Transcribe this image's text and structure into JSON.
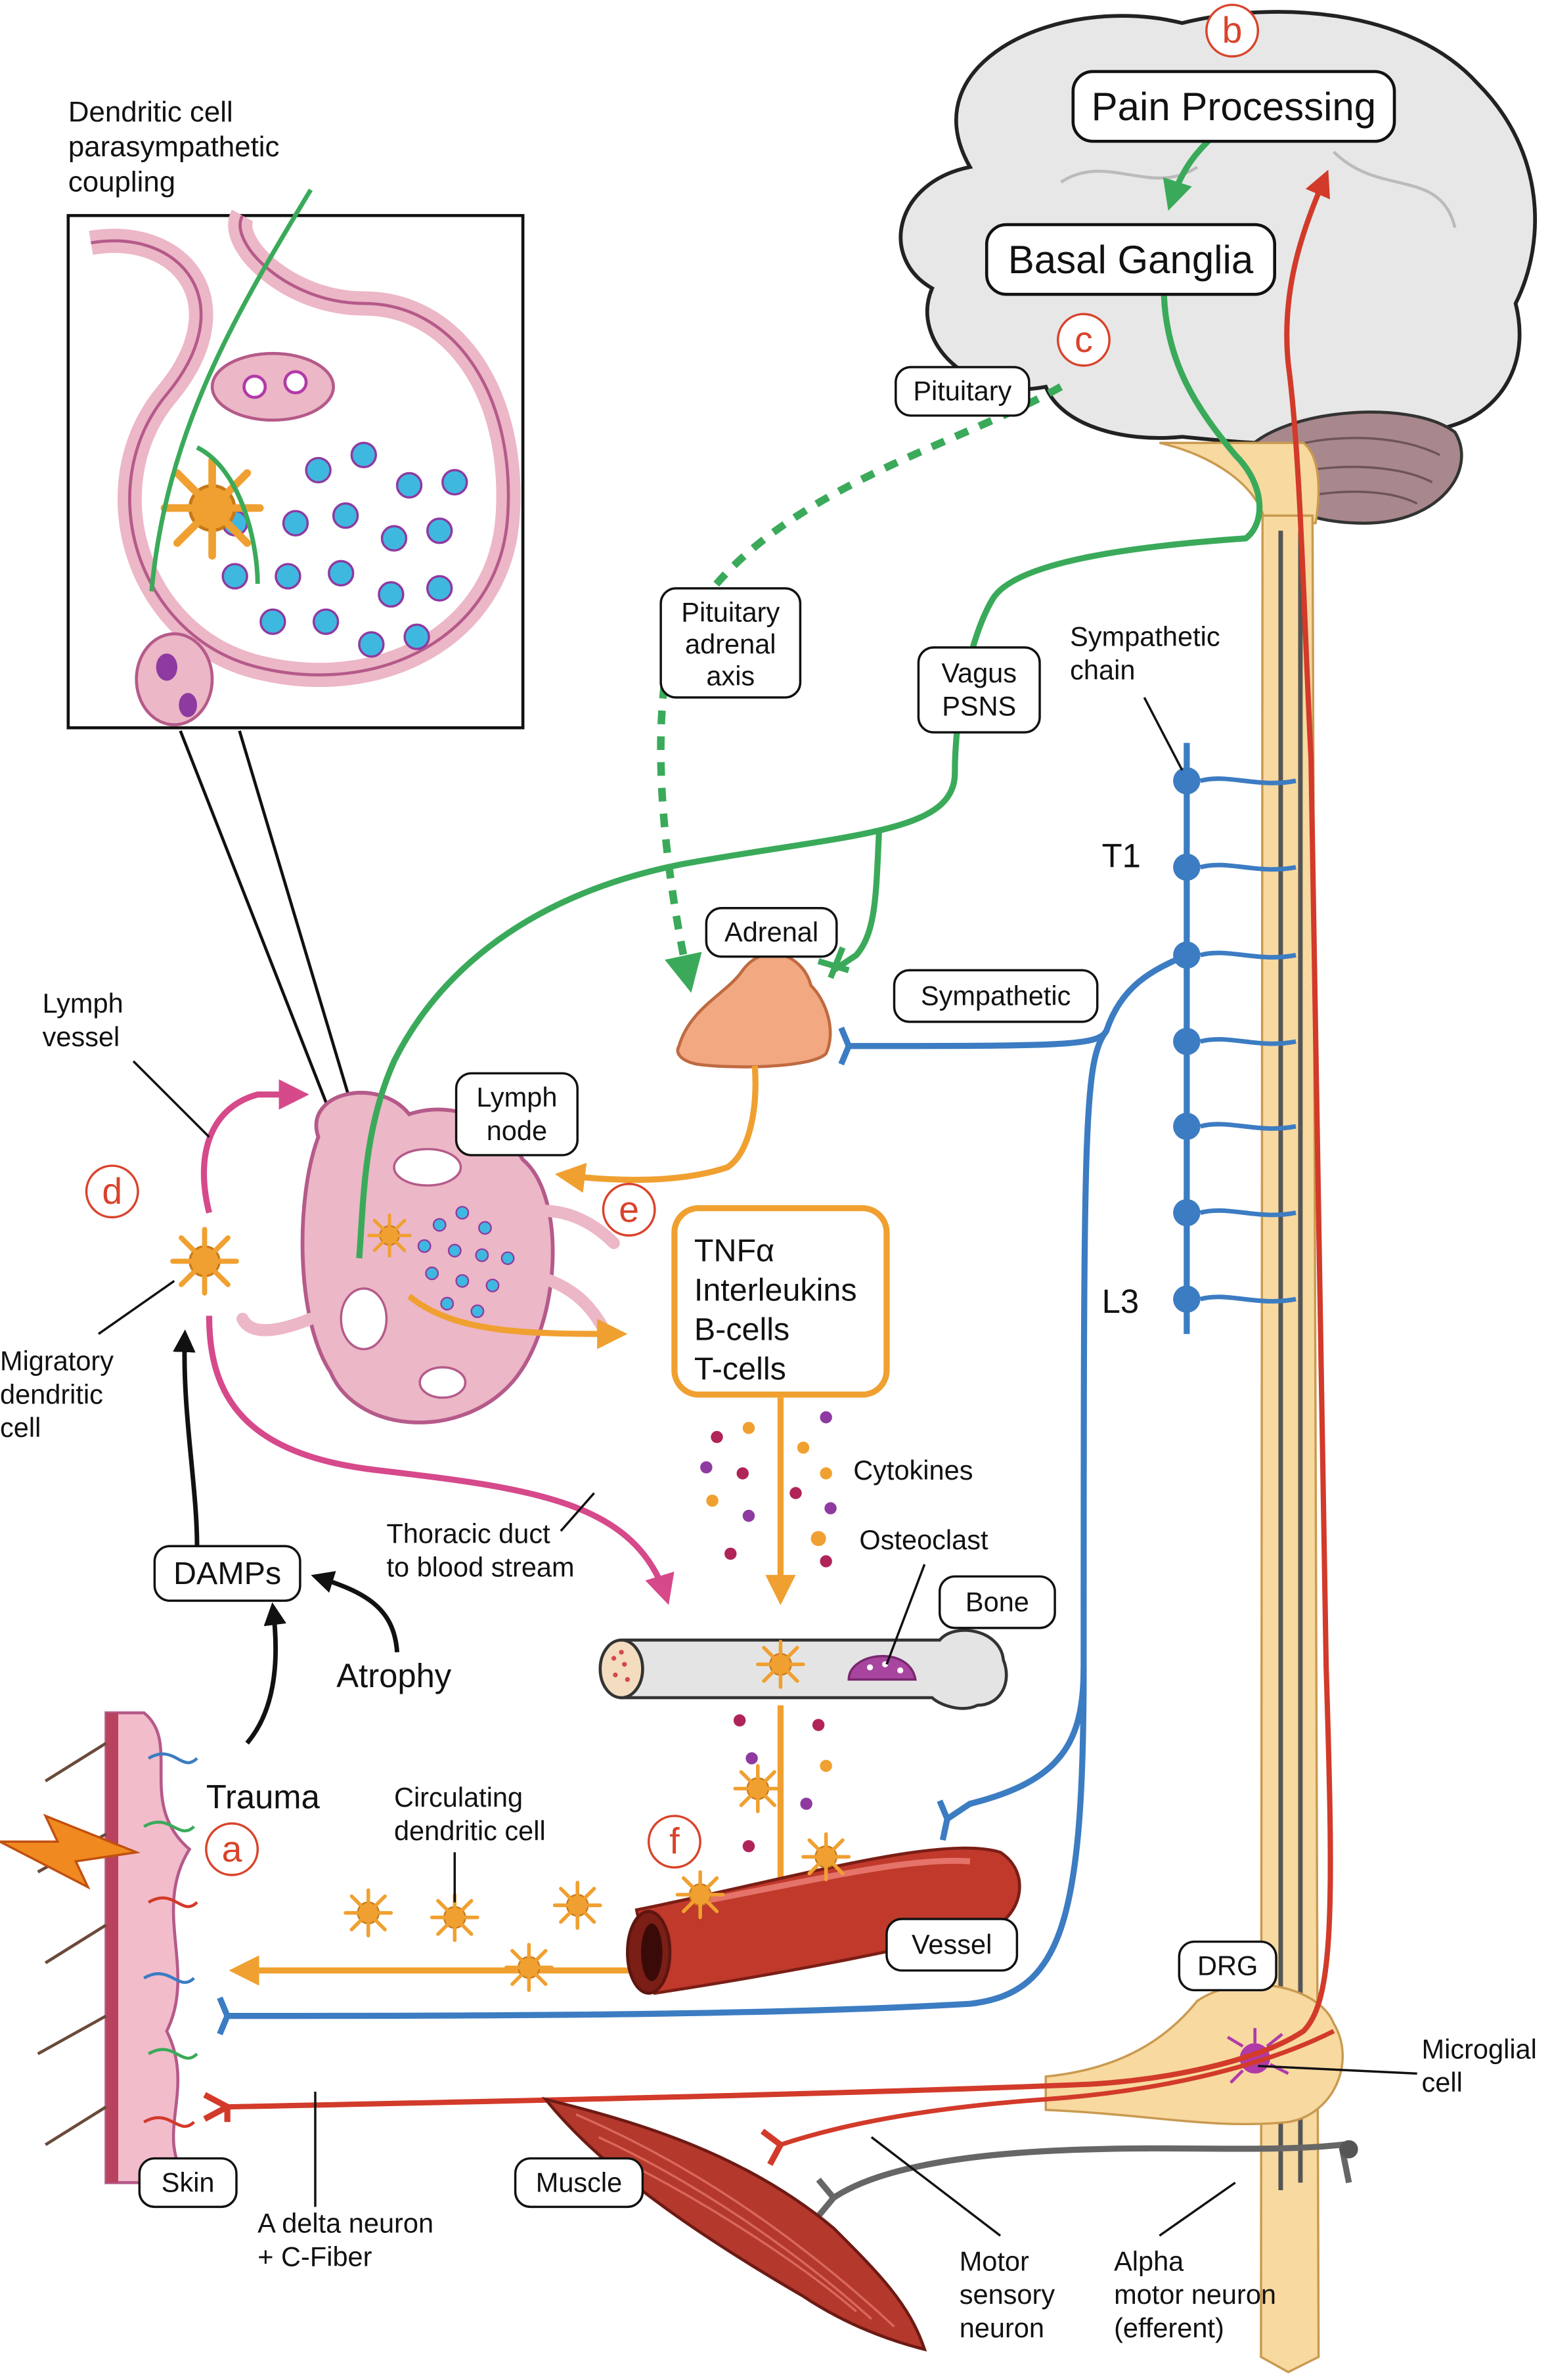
{
  "labels": {
    "dendritic_coupling": [
      "Dendritic cell",
      "parasympathetic",
      "coupling"
    ],
    "pain_processing": "Pain Processing",
    "basal_ganglia": "Basal Ganglia",
    "pituitary": "Pituitary",
    "pituitary_axis": [
      "Pituitary",
      "adrenal",
      "axis"
    ],
    "vagus": [
      "Vagus",
      "PSNS"
    ],
    "sympathetic_chain": [
      "Sympathetic",
      "chain"
    ],
    "t1": "T1",
    "l3": "L3",
    "adrenal": "Adrenal",
    "sympathetic": "Sympathetic",
    "lymph_vessel": [
      "Lymph",
      "vessel"
    ],
    "lymph_node": [
      "Lymph",
      "node"
    ],
    "migratory": [
      "Migratory",
      "dendritic",
      "cell"
    ],
    "mediators": [
      "TNFα",
      "Interleukins",
      "B-cells",
      "T-cells"
    ],
    "cytokines": "Cytokines",
    "osteoclast": "Osteoclast",
    "bone": "Bone",
    "thoracic": [
      "Thoracic duct",
      "to blood stream"
    ],
    "damps": "DAMPs",
    "atrophy": "Atrophy",
    "trauma": "Trauma",
    "circulating": [
      "Circulating",
      "dendritic cell"
    ],
    "vessel": "Vessel",
    "drg": "DRG",
    "microglial": [
      "Microglial",
      "cell"
    ],
    "skin": "Skin",
    "muscle": "Muscle",
    "adelta": [
      "A delta neuron",
      "+ C-Fiber"
    ],
    "motor_sensory": [
      "Motor",
      "sensory",
      "neuron"
    ],
    "alpha_motor": [
      "Alpha",
      "motor neuron",
      "(efferent)"
    ]
  },
  "markers": {
    "a": "a",
    "b": "b",
    "c": "c",
    "d": "d",
    "e": "e",
    "f": "f"
  },
  "colors": {
    "green_pathway": "#3aaa5a",
    "red_pathway": "#d23a2a",
    "blue_pathway": "#3c7cc2",
    "orange_pathway": "#f0a030",
    "pink_pathway": "#d6498a",
    "brain": "#e7e7e7",
    "spinal_cord": "#f8d9a0",
    "lymph_tissue": "#ecb7c6",
    "marker_red": "#d9432b"
  },
  "icons": [
    "brain-icon",
    "spinal-cord-icon",
    "cerebellum-icon",
    "adrenal-gland-icon",
    "lymph-node-icon",
    "dendritic-cell-icon",
    "bone-icon",
    "osteoclast-icon",
    "blood-vessel-icon",
    "skin-icon",
    "muscle-icon",
    "lightning-icon",
    "microglial-cell-icon",
    "drg-ganglion-icon"
  ]
}
